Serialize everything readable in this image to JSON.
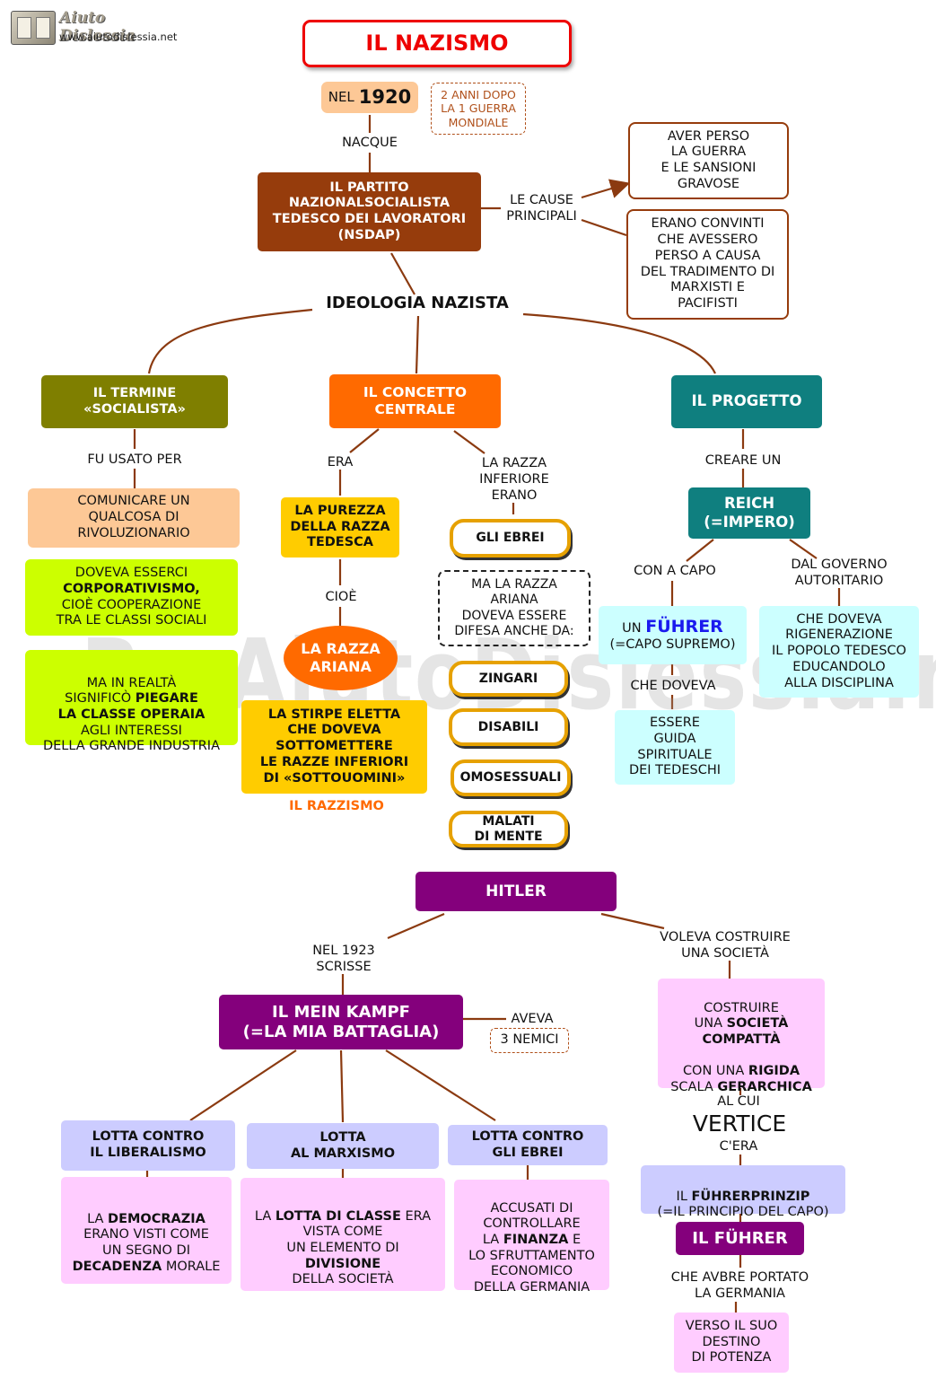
{
  "header": {
    "logo_name": "Aiuto Dislessia",
    "logo_url": "www.aiutodislessia.net"
  },
  "watermark": "By AiutoDislessia.net",
  "title": "IL NAZISMO",
  "top": {
    "year_prefix": "NEL",
    "year": "1920",
    "note": "2 ANNI DOPO\nLA 1 GUERRA\nMONDIALE",
    "born_label": "NACQUE",
    "party": "IL PARTITO\nNAZIONALSOCIALISTA\nTEDESCO DEI LAVORATORI\n(NSDAP)",
    "causes_label": "LE  CAUSE\nPRINCIPALI",
    "cause1": "AVER PERSO\nLA GUERRA\nE LE SANSIONI\nGRAVOSE",
    "cause2": "ERANO CONVINTI\nCHE AVESSERO\nPERSO A CAUSA\nDEL TRADIMENTO DI\nMARXISTI E\nPACIFISTI",
    "ideology": "IDEOLOGIA NAZISTA"
  },
  "left": {
    "head": "IL TERMINE\n«SOCIALISTA»",
    "used_label": "FU USATO PER",
    "box1": "COMUNICARE UN\nQUALCOSA DI\nRIVOLUZIONARIO",
    "box2_a": "DOVEVA ESSERCI",
    "box2_b": "CORPORATIVISMO,",
    "box2_c": "CIOÈ COOPERAZIONE\nTRA LE CLASSI SOCIALI",
    "box3_a": "MA IN REALTÀ\nSIGNIFICÒ ",
    "box3_b": "PIEGARE\nLA CLASSE OPERAIA",
    "box3_c": "\nAGLI INTERESSI\nDELLA GRANDE INDUSTRIA"
  },
  "center": {
    "head": "IL CONCETTO\nCENTRALE",
    "era_label": "ERA",
    "inferior_label": "LA RAZZA\nINFERIORE\nERANO",
    "purity": "LA PUREZZA\nDELLA RAZZA\nTEDESCA",
    "cioe_label": "CIOÈ",
    "aryan": "LA RAZZA\nARIANA",
    "chosen": "LA STIRPE ELETTA\nCHE DOVEVA\nSOTTOMETTERE\nLE RAZZE INFERIORI\nDI «SOTTOUOMINI»",
    "racism": "IL RAZZISMO",
    "jews": "GLI EBREI",
    "defend_note": "MA LA RAZZA\nARIANA\nDOVEVA ESSERE\nDIFESA ANCHE DA:",
    "gypsies": "ZINGARI",
    "disabled": "DISABILI",
    "homosexuals": "OMOSESSUALI",
    "mentally_ill": "MALATI\nDI MENTE"
  },
  "right": {
    "head": "IL PROGETTO",
    "create_label": "CREARE UN",
    "reich": "REICH\n(=IMPERO)",
    "head_label": "CON A CAPO",
    "gov_label": "DAL GOVERNO\nAUTORITARIO",
    "fuhrer_prefix": "UN ",
    "fuhrer_name": "FÜHRER",
    "fuhrer_sub": "(=CAPO SUPREMO)",
    "should_label": "CHE DOVEVA",
    "guide": "ESSERE\nGUIDA\nSPIRITUALE\nDEI TEDESCHI",
    "regen": "CHE DOVEVA\nRIGENERAZIONE\nIL POPOLO TEDESCO\nEDUCANDOLO\nALLA DISCIPLINA"
  },
  "hitler": {
    "head": "HITLER",
    "wrote_label": "NEL 1923\nSCRISSE",
    "wanted_label": "VOLEVA COSTRUIRE\nUNA SOCIETÀ",
    "book": "IL MEIN KAMPF\n(=LA MIA BATTAGLIA)",
    "had_label": "AVEVA",
    "enemies": "3 NEMICI",
    "fight1": "LOTTA CONTRO\nIL LIBERALISMO",
    "fight2": "LOTTA\nAL MARXISMO",
    "fight3": "LOTTA CONTRO\nGLI EBREI",
    "desc1_a": "LA ",
    "desc1_b": "DEMOCRAZIA",
    "desc1_c": "\nERANO VISTI COME\nUN SEGNO DI\n",
    "desc1_d": "DECADENZA",
    "desc1_e": " MORALE",
    "desc2_a": "LA ",
    "desc2_b": "LOTTA DI CLASSE",
    "desc2_c": " ERA\nVISTA COME\nUN ELEMENTO DI\n",
    "desc2_d": "DIVISIONE",
    "desc2_e": "\nDELLA SOCIETÀ",
    "desc3_a": "ACCUSATI DI\nCONTROLLARE\nLA ",
    "desc3_b": "FINANZA",
    "desc3_c": " E\nLO SFRUTTAMENTO\nECONOMICO\nDELLA GERMANIA",
    "society_a": "COSTRUIRE\nUNA ",
    "society_b": "SOCIETÀ\nCOMPATTÀ",
    "society_c": "\n\nCON  UNA ",
    "society_d": "RIGIDA",
    "society_e": "\nSCALA ",
    "society_f": "GERARCHICA",
    "top_label": "AL CUI",
    "vertex": "VERTICE",
    "there_label": "C'ERA",
    "principle_a": "IL ",
    "principle_b": "FÜHRERPRINZIP",
    "principle_c": "\n(=IL PRINCIPIO DEL CAPO)",
    "the_fuhrer": "IL FÜHRER",
    "would_label": "CHE AVBRE PORTATO\nLA GERMANIA",
    "destiny": "VERSO IL SUO\nDESTINO\nDI POTENZA"
  },
  "colors": {
    "brown": "#963c0c",
    "olive": "#7f7f00",
    "orange": "#ff6a00",
    "teal": "#0f7f7f",
    "purple": "#84007c",
    "peach": "#fdc896",
    "lime": "#ccff00",
    "yellow": "#ffcc00",
    "cyan": "#ccffff",
    "pink": "#ffccff",
    "lavender": "#ccccff",
    "red": "#ee0000",
    "line": "#8b3a10"
  }
}
